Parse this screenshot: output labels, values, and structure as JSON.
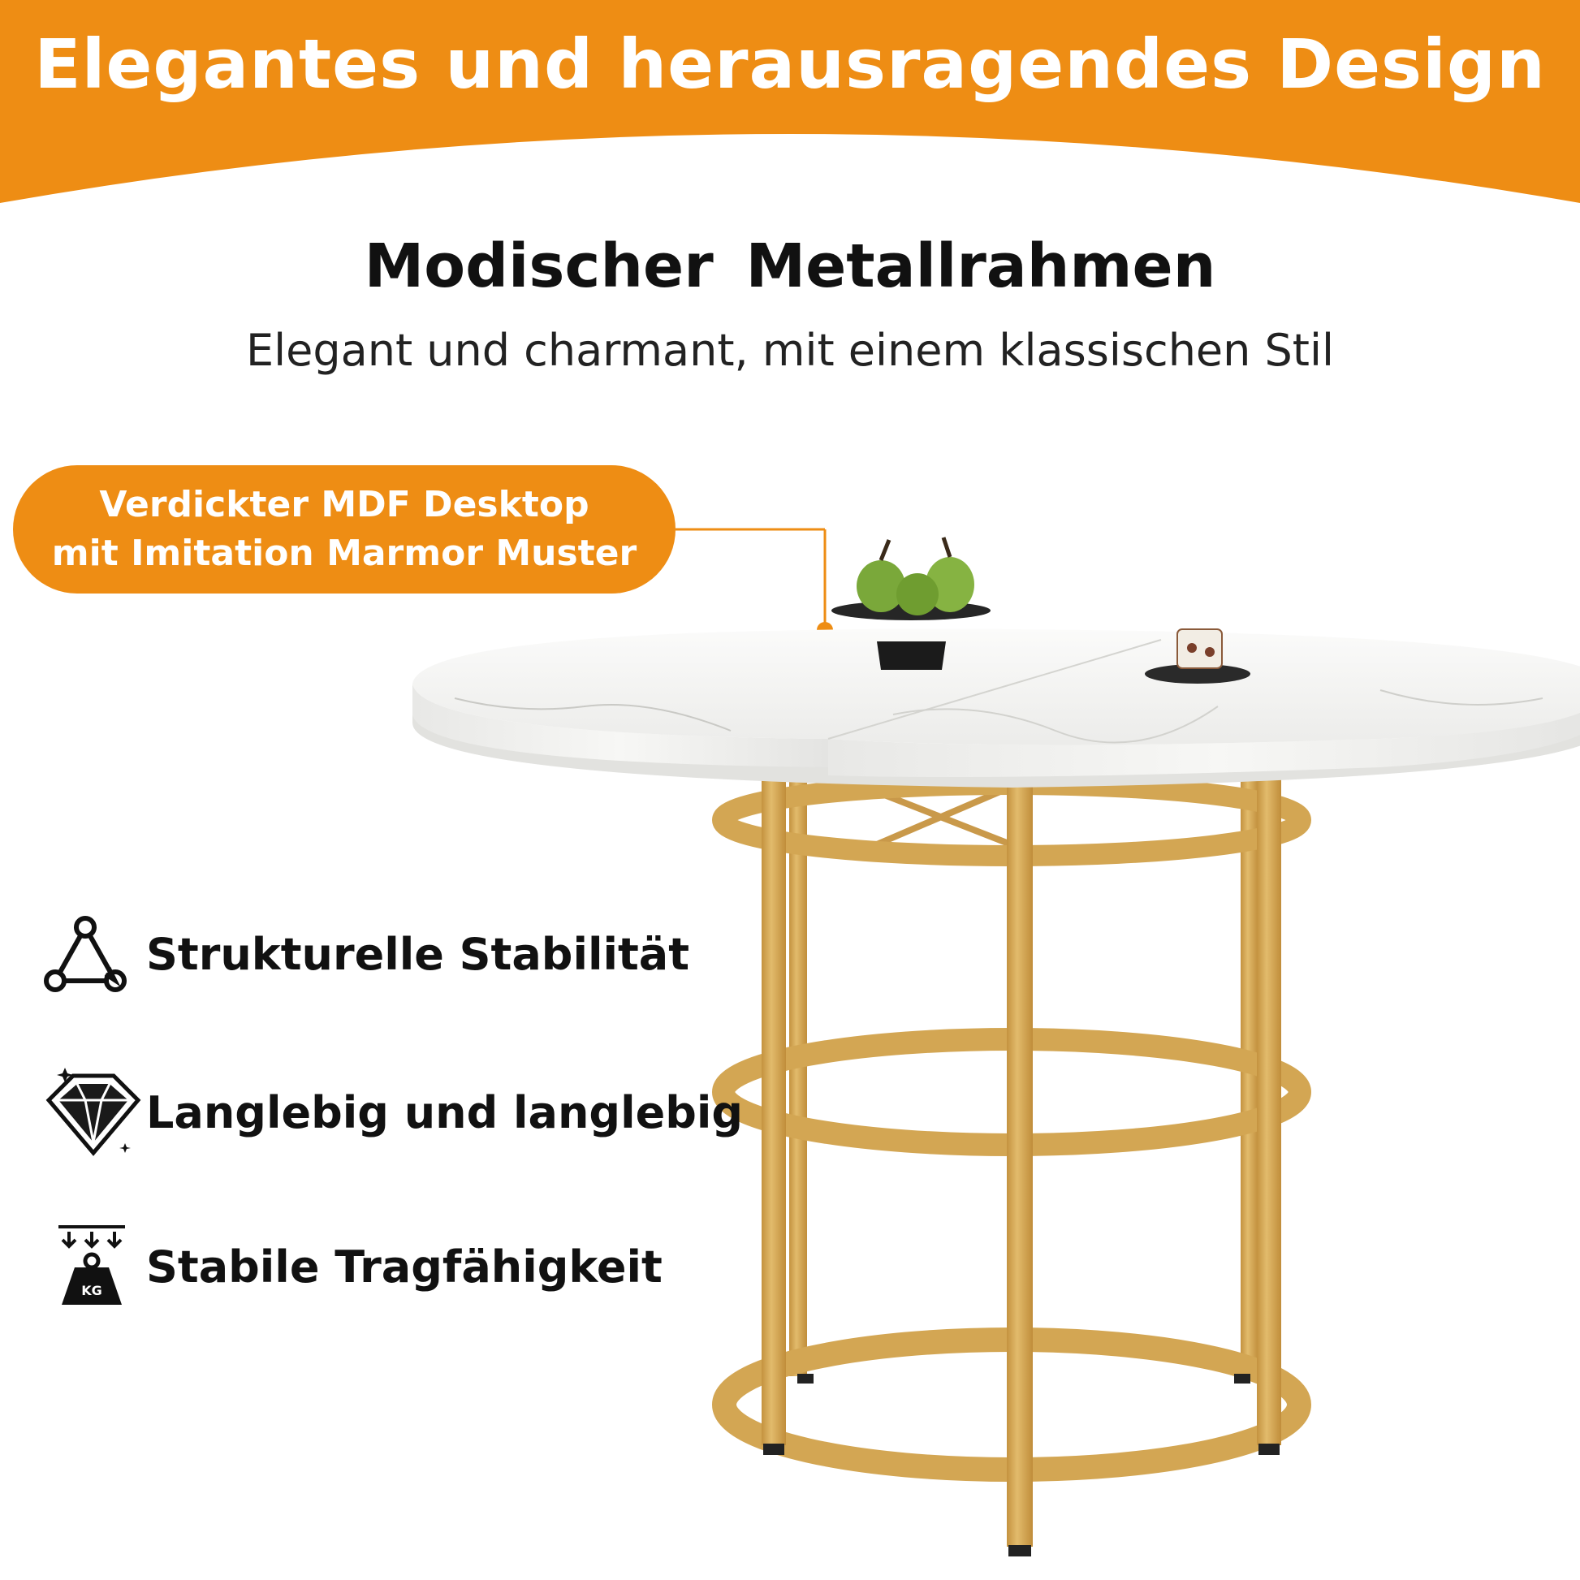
{
  "banner": {
    "title": "Elegantes und herausragendes Design",
    "color": "#ee8d14"
  },
  "headline": {
    "title": "Modischer  Metallrahmen",
    "subtitle": "Elegant und charmant, mit einem klassischen Stil"
  },
  "callout": {
    "line1": "Verdickter MDF Desktop",
    "line2": "mit Imitation Marmor Muster"
  },
  "features": [
    {
      "icon": "triangle-nodes-icon",
      "label": "Strukturelle Stabilität"
    },
    {
      "icon": "diamond-icon",
      "label": "Langlebig und langlebig"
    },
    {
      "icon": "kg-weight-icon",
      "label": "Stabile Tragfähigkeit",
      "icon_text": "KG"
    }
  ],
  "colors": {
    "accent": "#ee8d14",
    "frame": "#d7aa56",
    "tabletop": "#f4f4f2"
  }
}
